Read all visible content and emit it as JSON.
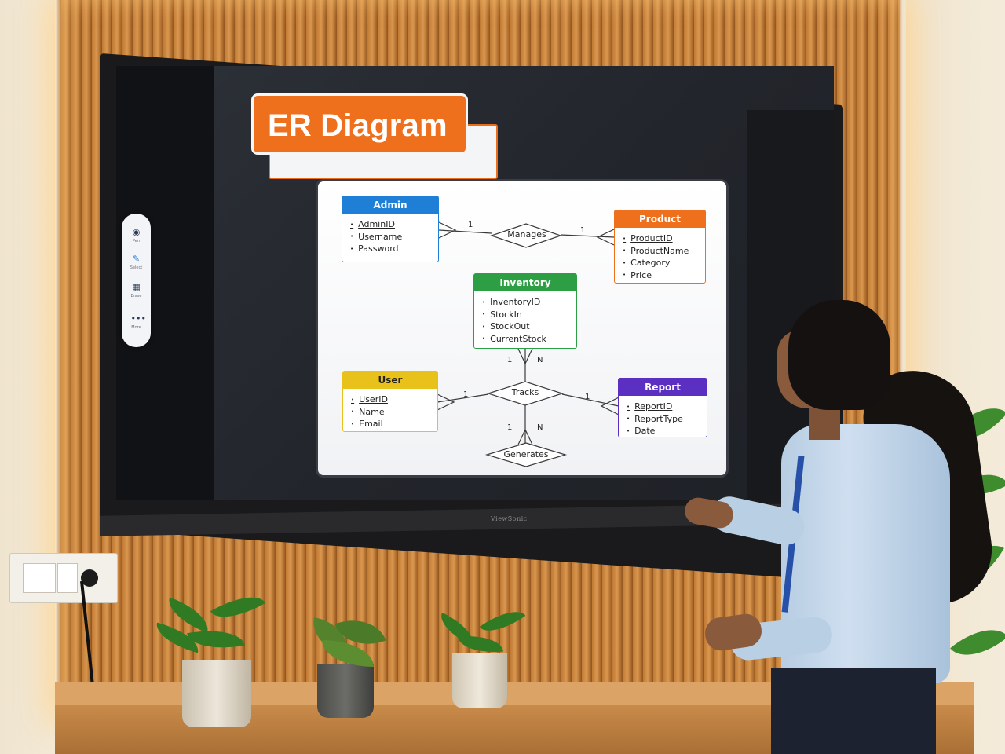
{
  "screen": {
    "title": "ER Diagram",
    "brand": "ViewSonic",
    "toolbar": {
      "items": [
        {
          "label": "Pen",
          "icon": "pen-circle-icon"
        },
        {
          "label": "Select",
          "icon": "marker-icon"
        },
        {
          "label": "Erase",
          "icon": "eraser-icon"
        },
        {
          "label": "More",
          "icon": "more-dots-icon"
        }
      ]
    }
  },
  "diagram": {
    "entities": {
      "admin": {
        "name": "Admin",
        "color": "#1f7fd6",
        "attributes": [
          "AdminID",
          "Username",
          "Password"
        ],
        "key": "AdminID"
      },
      "product": {
        "name": "Product",
        "color": "#ee6f1c",
        "attributes": [
          "ProductID",
          "ProductName",
          "Category",
          "Price"
        ],
        "key": "ProductID"
      },
      "inventory": {
        "name": "Inventory",
        "color": "#2e9e45",
        "attributes": [
          "InventoryID",
          "StockIn",
          "StockOut",
          "CurrentStock"
        ],
        "key": "InventoryID"
      },
      "user": {
        "name": "User",
        "color": "#e8c21a",
        "attributes": [
          "UserID",
          "Name",
          "Email"
        ],
        "key": "UserID"
      },
      "report": {
        "name": "Report",
        "color": "#5a2fc2",
        "attributes": [
          "ReportID",
          "ReportType",
          "Date"
        ],
        "key": "ReportID"
      }
    },
    "relationships": {
      "manages": "Manages",
      "tracks": "Tracks",
      "generates": "Generates"
    },
    "cardinalities": {
      "admin_manages": "1",
      "manages_product": "1",
      "inventory_tracks_one": "1",
      "inventory_tracks_many": "N",
      "user_tracks": "1",
      "tracks_report": "1",
      "tracks_generates_one": "1",
      "tracks_generates_many": "N"
    }
  }
}
